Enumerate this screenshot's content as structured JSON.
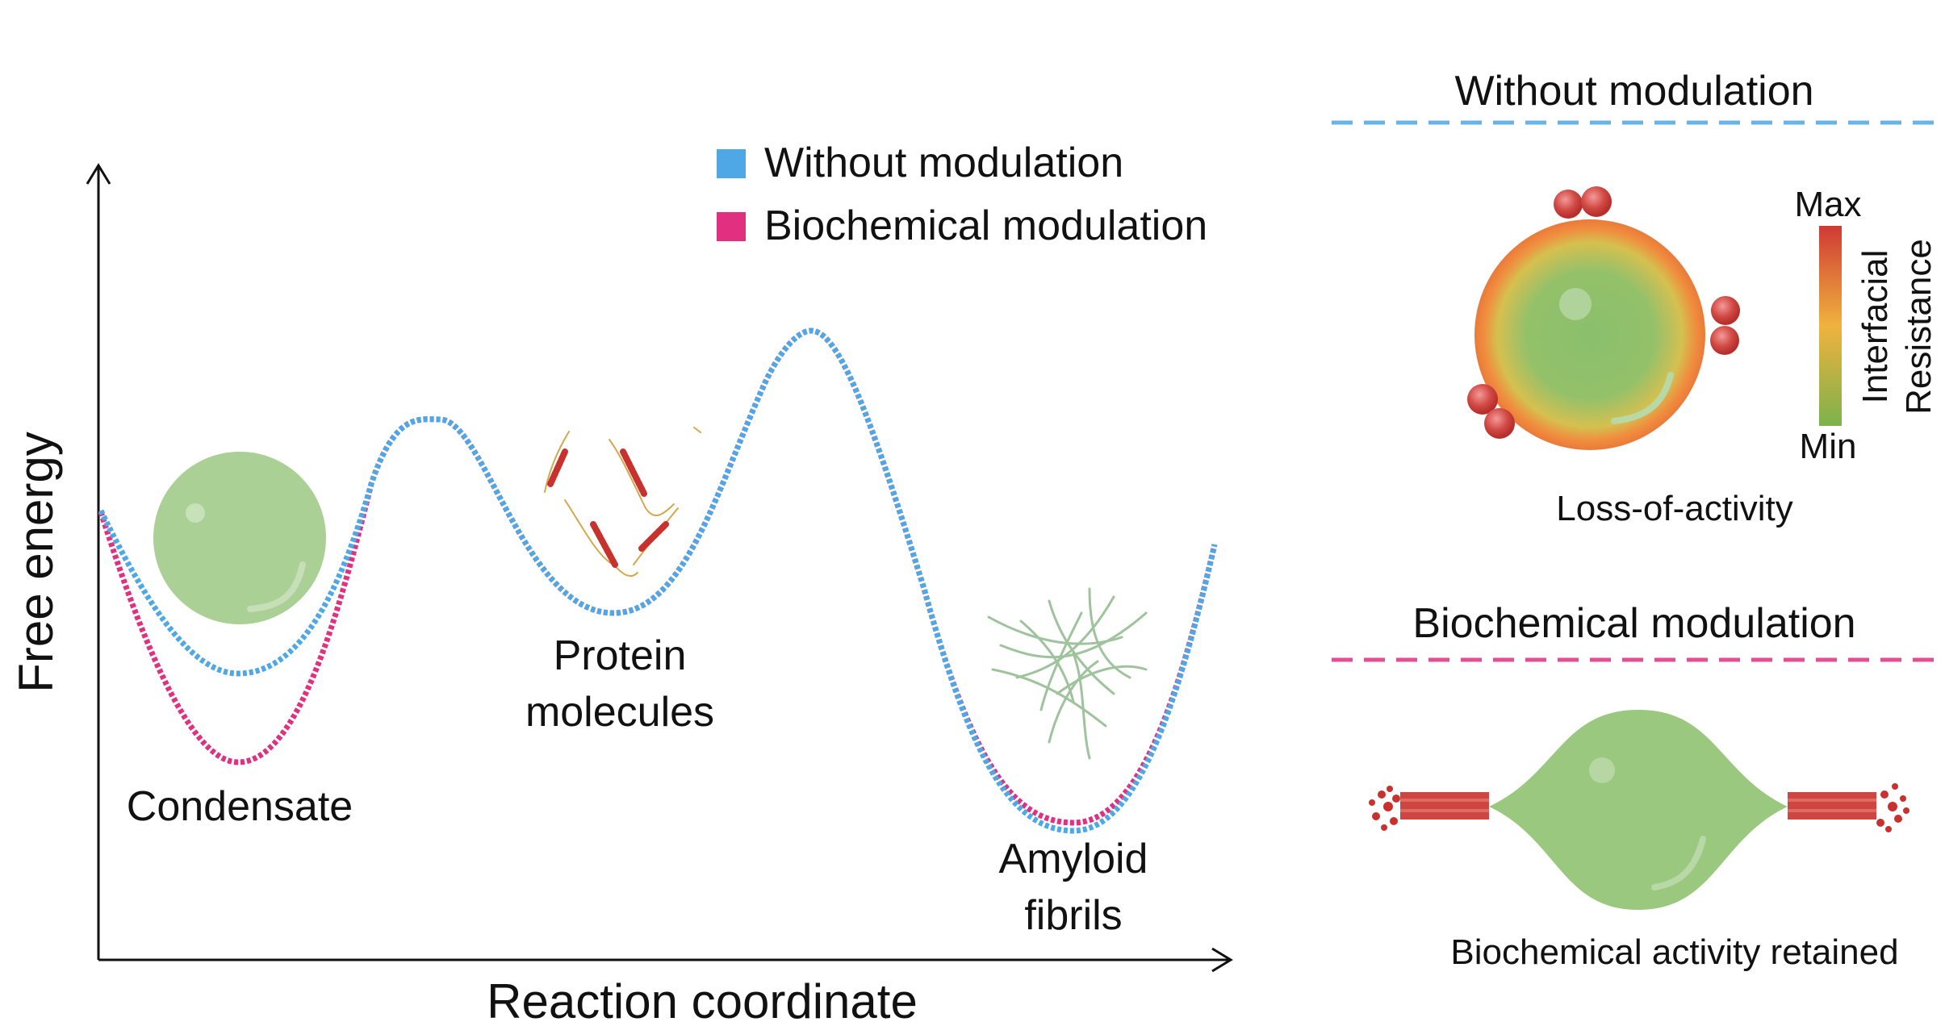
{
  "axes": {
    "y_label": "Free energy",
    "x_label": "Reaction coordinate"
  },
  "legend": {
    "items": [
      {
        "label": "Without modulation",
        "color": "#4ea8e6"
      },
      {
        "label": "Biochemical modulation",
        "color": "#e0307f"
      }
    ]
  },
  "states": {
    "condensate": "Condensate",
    "protein_line1": "Protein",
    "protein_line2": "molecules",
    "amyloid_line1": "Amyloid",
    "amyloid_line2": "fibrils"
  },
  "panel_top": {
    "title": "Without modulation",
    "caption": "Loss-of-activity",
    "scale_max": "Max",
    "scale_min": "Min",
    "scale_label_line1": "Interfacial",
    "scale_label_line2": "Resistance",
    "divider_color": "#4ea8e6"
  },
  "panel_bottom": {
    "title": "Biochemical modulation",
    "caption": "Biochemical activity retained",
    "divider_color": "#e0307f"
  },
  "colors": {
    "condensate_green": "#8fc27a",
    "fibril_red": "#c8322e",
    "ring_orange": "#ef8a3c"
  }
}
